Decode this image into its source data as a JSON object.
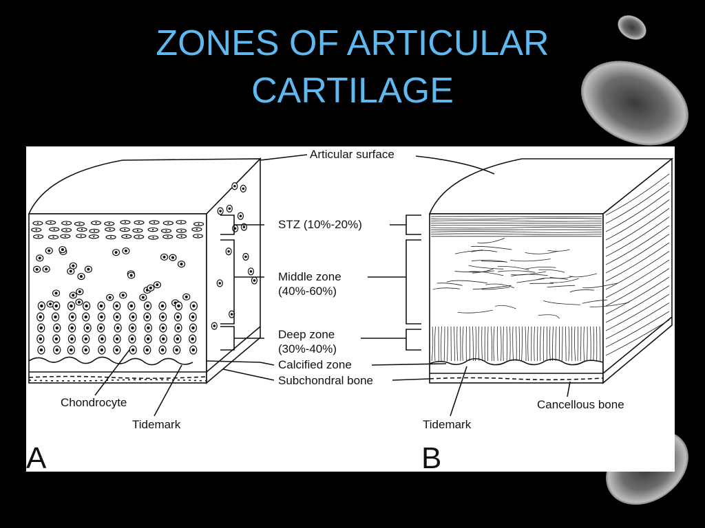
{
  "slide": {
    "title_line1": "ZONES OF ARTICULAR",
    "title_line2": "CARTILAGE"
  },
  "figure": {
    "labels": {
      "articular_surface": "Articular surface",
      "stz": "STZ (10%-20%)",
      "middle_zone": "Middle zone",
      "middle_zone_pct": "(40%-60%)",
      "deep_zone": "Deep zone",
      "deep_zone_pct": "(30%-40%)",
      "calcified_zone": "Calcified zone",
      "subchondral_bone": "Subchondral bone",
      "chondrocyte": "Chondrocyte",
      "tidemark_a": "Tidemark",
      "tidemark_b": "Tidemark",
      "cancellous_bone": "Cancellous bone",
      "panel_a": "A",
      "panel_b": "B"
    }
  },
  "colors": {
    "title": "#5fb8ef",
    "background": "#000000",
    "figure_background": "#ffffff",
    "ink": "#111111"
  }
}
